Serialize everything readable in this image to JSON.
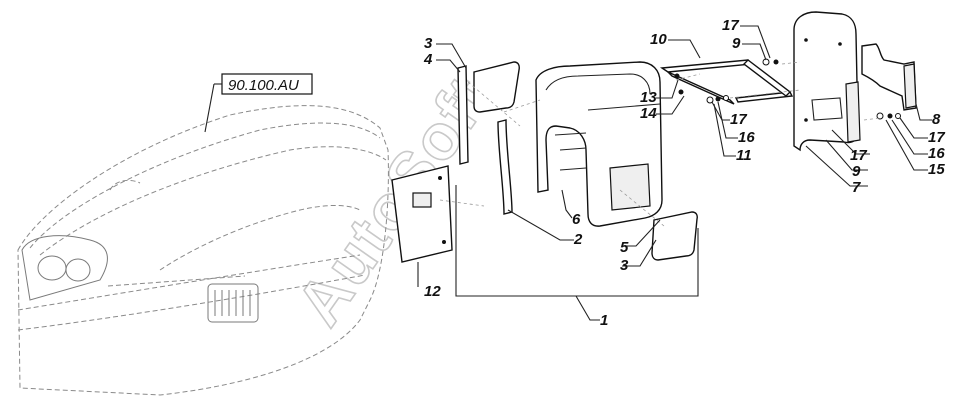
{
  "reference_code": "90.100.AU",
  "watermark": "AutoSoft",
  "callouts": [
    "3",
    "4",
    "10",
    "17",
    "9",
    "13",
    "14",
    "17",
    "16",
    "11",
    "8",
    "17",
    "16",
    "15",
    "17",
    "9",
    "7",
    "6",
    "2",
    "5",
    "3",
    "12",
    "1"
  ]
}
